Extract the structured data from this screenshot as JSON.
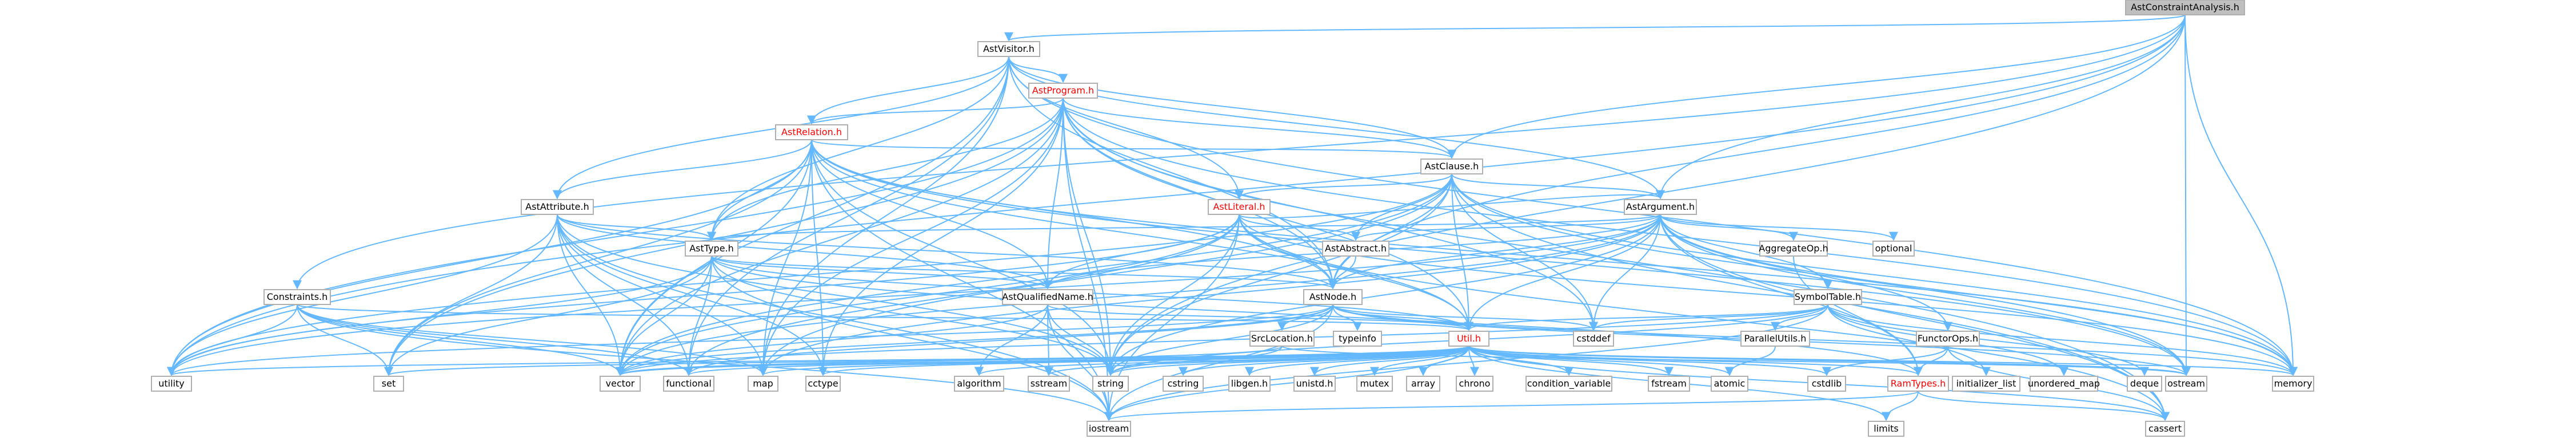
{
  "graph": {
    "colors": {
      "edge": "#63b8ff",
      "root_fill": "#bfbfbf",
      "default_fill": "#ffffff",
      "border": "#b0b0b0",
      "text_default": "#000000",
      "text_link": "#ff0000"
    },
    "nodes": [
      {
        "id": "root",
        "label": "AstConstraintAnalysis.h",
        "kind": "root"
      },
      {
        "id": "astvisitor",
        "label": "AstVisitor.h",
        "kind": "normal"
      },
      {
        "id": "astprogram",
        "label": "AstProgram.h",
        "kind": "link"
      },
      {
        "id": "astrelation",
        "label": "AstRelation.h",
        "kind": "link"
      },
      {
        "id": "astclause",
        "label": "AstClause.h",
        "kind": "normal"
      },
      {
        "id": "astattribute",
        "label": "AstAttribute.h",
        "kind": "normal"
      },
      {
        "id": "astliteral",
        "label": "AstLiteral.h",
        "kind": "link"
      },
      {
        "id": "astargument",
        "label": "AstArgument.h",
        "kind": "normal"
      },
      {
        "id": "asttype",
        "label": "AstType.h",
        "kind": "normal"
      },
      {
        "id": "constraints",
        "label": "Constraints.h",
        "kind": "normal"
      },
      {
        "id": "astabstract",
        "label": "AstAbstract.h",
        "kind": "normal"
      },
      {
        "id": "astqualified",
        "label": "AstQualifiedName.h",
        "kind": "normal"
      },
      {
        "id": "astnode",
        "label": "AstNode.h",
        "kind": "normal"
      },
      {
        "id": "aggregateop",
        "label": "AggregateOp.h",
        "kind": "normal"
      },
      {
        "id": "optional",
        "label": "optional",
        "kind": "plain"
      },
      {
        "id": "symboltable",
        "label": "SymbolTable.h",
        "kind": "normal"
      },
      {
        "id": "srclocation",
        "label": "SrcLocation.h",
        "kind": "normal"
      },
      {
        "id": "typeinfo",
        "label": "typeinfo",
        "kind": "plain"
      },
      {
        "id": "util",
        "label": "Util.h",
        "kind": "link"
      },
      {
        "id": "cstddef",
        "label": "cstddef",
        "kind": "plain"
      },
      {
        "id": "parallelutils",
        "label": "ParallelUtils.h",
        "kind": "normal"
      },
      {
        "id": "functorops",
        "label": "FunctorOps.h",
        "kind": "normal"
      },
      {
        "id": "initializer_list",
        "label": "initializer_list",
        "kind": "plain"
      },
      {
        "id": "unordered_map",
        "label": "unordered_map",
        "kind": "plain"
      },
      {
        "id": "deque",
        "label": "deque",
        "kind": "plain"
      },
      {
        "id": "utility",
        "label": "utility",
        "kind": "plain"
      },
      {
        "id": "set",
        "label": "set",
        "kind": "plain"
      },
      {
        "id": "vector",
        "label": "vector",
        "kind": "plain"
      },
      {
        "id": "functional",
        "label": "functional",
        "kind": "plain"
      },
      {
        "id": "map",
        "label": "map",
        "kind": "plain"
      },
      {
        "id": "cctype",
        "label": "cctype",
        "kind": "plain"
      },
      {
        "id": "algorithm",
        "label": "algorithm",
        "kind": "plain"
      },
      {
        "id": "sstream",
        "label": "sstream",
        "kind": "plain"
      },
      {
        "id": "string",
        "label": "string",
        "kind": "plain"
      },
      {
        "id": "cstring",
        "label": "cstring",
        "kind": "plain"
      },
      {
        "id": "libgen",
        "label": "libgen.h",
        "kind": "plain"
      },
      {
        "id": "unistd",
        "label": "unistd.h",
        "kind": "plain"
      },
      {
        "id": "mutex",
        "label": "mutex",
        "kind": "plain"
      },
      {
        "id": "array",
        "label": "array",
        "kind": "plain"
      },
      {
        "id": "chrono",
        "label": "chrono",
        "kind": "plain"
      },
      {
        "id": "condition_variable",
        "label": "condition_variable",
        "kind": "plain"
      },
      {
        "id": "fstream",
        "label": "fstream",
        "kind": "plain"
      },
      {
        "id": "atomic",
        "label": "atomic",
        "kind": "plain"
      },
      {
        "id": "cstdlib",
        "label": "cstdlib",
        "kind": "plain"
      },
      {
        "id": "ramtypes",
        "label": "RamTypes.h",
        "kind": "link"
      },
      {
        "id": "ostream",
        "label": "ostream",
        "kind": "plain"
      },
      {
        "id": "memory",
        "label": "memory",
        "kind": "plain"
      },
      {
        "id": "iostream",
        "label": "iostream",
        "kind": "plain"
      },
      {
        "id": "limits",
        "label": "limits",
        "kind": "plain"
      },
      {
        "id": "cassert",
        "label": "cassert",
        "kind": "plain"
      }
    ],
    "edges": [
      [
        "root",
        "astvisitor"
      ],
      [
        "root",
        "astclause"
      ],
      [
        "root",
        "astargument"
      ],
      [
        "root",
        "astnode"
      ],
      [
        "root",
        "constraints"
      ],
      [
        "root",
        "utility"
      ],
      [
        "root",
        "memory"
      ],
      [
        "root",
        "ostream"
      ],
      [
        "root",
        "string"
      ],
      [
        "astvisitor",
        "astprogram"
      ],
      [
        "astvisitor",
        "astrelation"
      ],
      [
        "astvisitor",
        "astclause"
      ],
      [
        "astvisitor",
        "astattribute"
      ],
      [
        "astvisitor",
        "astliteral"
      ],
      [
        "astvisitor",
        "astargument"
      ],
      [
        "astvisitor",
        "asttype"
      ],
      [
        "astvisitor",
        "astnode"
      ],
      [
        "astvisitor",
        "functional"
      ],
      [
        "astvisitor",
        "map"
      ],
      [
        "astvisitor",
        "vector"
      ],
      [
        "astvisitor",
        "memory"
      ],
      [
        "astprogram",
        "astrelation"
      ],
      [
        "astprogram",
        "astclause"
      ],
      [
        "astprogram",
        "asttype"
      ],
      [
        "astprogram",
        "astqualified"
      ],
      [
        "astprogram",
        "astnode"
      ],
      [
        "astprogram",
        "util"
      ],
      [
        "astprogram",
        "utility"
      ],
      [
        "astprogram",
        "string"
      ],
      [
        "astprogram",
        "map"
      ],
      [
        "astprogram",
        "vector"
      ],
      [
        "astprogram",
        "memory"
      ],
      [
        "astprogram",
        "iostream"
      ],
      [
        "astprogram",
        "cassert"
      ],
      [
        "astprogram",
        "cctype"
      ],
      [
        "astprogram",
        "set"
      ],
      [
        "astprogram",
        "cstddef"
      ],
      [
        "astrelation",
        "astclause"
      ],
      [
        "astrelation",
        "astattribute"
      ],
      [
        "astrelation",
        "asttype"
      ],
      [
        "astrelation",
        "astqualified"
      ],
      [
        "astrelation",
        "astnode"
      ],
      [
        "astrelation",
        "util"
      ],
      [
        "astrelation",
        "utility"
      ],
      [
        "astrelation",
        "string"
      ],
      [
        "astrelation",
        "vector"
      ],
      [
        "astrelation",
        "set"
      ],
      [
        "astrelation",
        "memory"
      ],
      [
        "astrelation",
        "iostream"
      ],
      [
        "astrelation",
        "cctype"
      ],
      [
        "astrelation",
        "map"
      ],
      [
        "astrelation",
        "ostream"
      ],
      [
        "astclause",
        "astargument"
      ],
      [
        "astclause",
        "astliteral"
      ],
      [
        "astclause",
        "astabstract"
      ],
      [
        "astclause",
        "astnode"
      ],
      [
        "astclause",
        "util"
      ],
      [
        "astclause",
        "utility"
      ],
      [
        "astclause",
        "vector"
      ],
      [
        "astclause",
        "memory"
      ],
      [
        "astclause",
        "ostream"
      ],
      [
        "astclause",
        "string"
      ],
      [
        "astclause",
        "cstddef"
      ],
      [
        "astclause",
        "cassert"
      ],
      [
        "astclause",
        "map"
      ],
      [
        "astattribute",
        "asttype"
      ],
      [
        "astattribute",
        "astqualified"
      ],
      [
        "astattribute",
        "astnode"
      ],
      [
        "astattribute",
        "utility"
      ],
      [
        "astattribute",
        "string"
      ],
      [
        "astattribute",
        "vector"
      ],
      [
        "astattribute",
        "set"
      ],
      [
        "astattribute",
        "iostream"
      ],
      [
        "astattribute",
        "functional"
      ],
      [
        "astattribute",
        "cctype"
      ],
      [
        "astattribute",
        "map"
      ],
      [
        "astliteral",
        "astargument"
      ],
      [
        "astliteral",
        "astabstract"
      ],
      [
        "astliteral",
        "astqualified"
      ],
      [
        "astliteral",
        "astnode"
      ],
      [
        "astliteral",
        "util"
      ],
      [
        "astliteral",
        "utility"
      ],
      [
        "astliteral",
        "string"
      ],
      [
        "astliteral",
        "vector"
      ],
      [
        "astliteral",
        "iostream"
      ],
      [
        "astliteral",
        "memory"
      ],
      [
        "astliteral",
        "functional"
      ],
      [
        "astliteral",
        "cassert"
      ],
      [
        "astargument",
        "astabstract"
      ],
      [
        "astargument",
        "asttype"
      ],
      [
        "astargument",
        "astqualified"
      ],
      [
        "astargument",
        "astnode"
      ],
      [
        "astargument",
        "aggregateop"
      ],
      [
        "astargument",
        "optional"
      ],
      [
        "astargument",
        "symboltable"
      ],
      [
        "astargument",
        "functorops"
      ],
      [
        "astargument",
        "util"
      ],
      [
        "astargument",
        "ramtypes"
      ],
      [
        "astargument",
        "utility"
      ],
      [
        "astargument",
        "string"
      ],
      [
        "astargument",
        "vector"
      ],
      [
        "astargument",
        "memory"
      ],
      [
        "astargument",
        "ostream"
      ],
      [
        "astargument",
        "cstddef"
      ],
      [
        "astargument",
        "cassert"
      ],
      [
        "astargument",
        "map"
      ],
      [
        "asttype",
        "astqualified"
      ],
      [
        "asttype",
        "astnode"
      ],
      [
        "asttype",
        "util"
      ],
      [
        "asttype",
        "utility"
      ],
      [
        "asttype",
        "set"
      ],
      [
        "asttype",
        "vector"
      ],
      [
        "asttype",
        "string"
      ],
      [
        "asttype",
        "iostream"
      ],
      [
        "asttype",
        "functional"
      ],
      [
        "asttype",
        "ramtypes"
      ],
      [
        "constraints",
        "util"
      ],
      [
        "constraints",
        "utility"
      ],
      [
        "constraints",
        "set"
      ],
      [
        "constraints",
        "vector"
      ],
      [
        "constraints",
        "functional"
      ],
      [
        "constraints",
        "iostream"
      ],
      [
        "constraints",
        "map"
      ],
      [
        "astabstract",
        "astnode"
      ],
      [
        "astqualified",
        "algorithm"
      ],
      [
        "astqualified",
        "sstream"
      ],
      [
        "astqualified",
        "string"
      ],
      [
        "astqualified",
        "vector"
      ],
      [
        "astqualified",
        "iostream"
      ],
      [
        "astqualified",
        "util"
      ],
      [
        "astnode",
        "srclocation"
      ],
      [
        "astnode",
        "typeinfo"
      ],
      [
        "astnode",
        "util"
      ],
      [
        "astnode",
        "cstddef"
      ],
      [
        "astnode",
        "vector"
      ],
      [
        "astnode",
        "memory"
      ],
      [
        "astnode",
        "ostream"
      ],
      [
        "astnode",
        "string"
      ],
      [
        "astnode",
        "iostream"
      ],
      [
        "astnode",
        "functional"
      ],
      [
        "astnode",
        "utility"
      ],
      [
        "aggregateop",
        "ramtypes"
      ],
      [
        "symboltable",
        "parallelutils"
      ],
      [
        "symboltable",
        "util"
      ],
      [
        "symboltable",
        "initializer_list"
      ],
      [
        "symboltable",
        "unordered_map"
      ],
      [
        "symboltable",
        "deque"
      ],
      [
        "symboltable",
        "vector"
      ],
      [
        "symboltable",
        "memory"
      ],
      [
        "symboltable",
        "iostream"
      ],
      [
        "symboltable",
        "string"
      ],
      [
        "symboltable",
        "cstddef"
      ],
      [
        "srclocation",
        "string"
      ],
      [
        "srclocation",
        "vector"
      ],
      [
        "srclocation",
        "ostream"
      ],
      [
        "parallelutils",
        "atomic"
      ],
      [
        "functorops",
        "ramtypes"
      ],
      [
        "functorops",
        "cstdlib"
      ],
      [
        "functorops",
        "cassert"
      ],
      [
        "util",
        "cctype"
      ],
      [
        "util",
        "algorithm"
      ],
      [
        "util",
        "sstream"
      ],
      [
        "util",
        "string"
      ],
      [
        "util",
        "cstring"
      ],
      [
        "util",
        "libgen"
      ],
      [
        "util",
        "unistd"
      ],
      [
        "util",
        "mutex"
      ],
      [
        "util",
        "array"
      ],
      [
        "util",
        "chrono"
      ],
      [
        "util",
        "condition_variable"
      ],
      [
        "util",
        "fstream"
      ],
      [
        "util",
        "atomic"
      ],
      [
        "util",
        "cstdlib"
      ],
      [
        "util",
        "ramtypes"
      ],
      [
        "util",
        "ostream"
      ],
      [
        "util",
        "memory"
      ],
      [
        "util",
        "iostream"
      ],
      [
        "util",
        "limits"
      ],
      [
        "util",
        "cassert"
      ],
      [
        "util",
        "set"
      ],
      [
        "util",
        "vector"
      ],
      [
        "util",
        "functional"
      ],
      [
        "util",
        "map"
      ],
      [
        "util",
        "utility"
      ],
      [
        "ramtypes",
        "cassert"
      ],
      [
        "ramtypes",
        "iostream"
      ],
      [
        "ramtypes",
        "limits"
      ]
    ]
  }
}
